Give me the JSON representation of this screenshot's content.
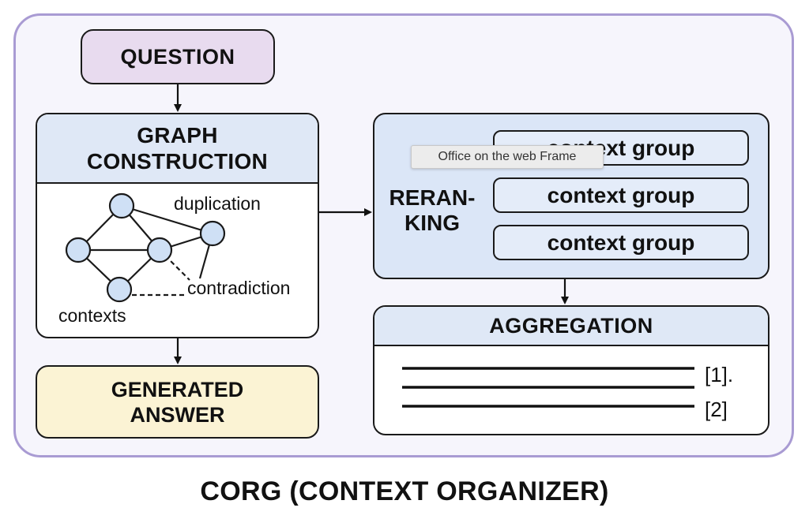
{
  "question": "QUESTION",
  "graph": {
    "title_line1": "GRAPH",
    "title_line2": "CONSTRUCTION",
    "labels": {
      "duplication": "duplication",
      "contradiction": "contradiction",
      "contexts": "contexts"
    }
  },
  "answer": {
    "line1": "GENERATED",
    "line2": "ANSWER"
  },
  "reranking": {
    "label_line1": "RERAN-",
    "label_line2": "KING",
    "groups": [
      "context group",
      "context group",
      "context group"
    ]
  },
  "aggregation": {
    "title": "AGGREGATION",
    "refs": [
      "[1].",
      "[2]"
    ]
  },
  "caption": "CORG (CONTEXT ORGANIZER)",
  "tooltip": "Office on the web Frame",
  "colors": {
    "frame_border": "#a99bd3",
    "question_fill": "#e8dbef",
    "header_fill": "#dfe8f6",
    "answer_fill": "#fbf3d4",
    "rerank_fill": "#dbe6f7",
    "node_fill": "#cfe0f5"
  }
}
